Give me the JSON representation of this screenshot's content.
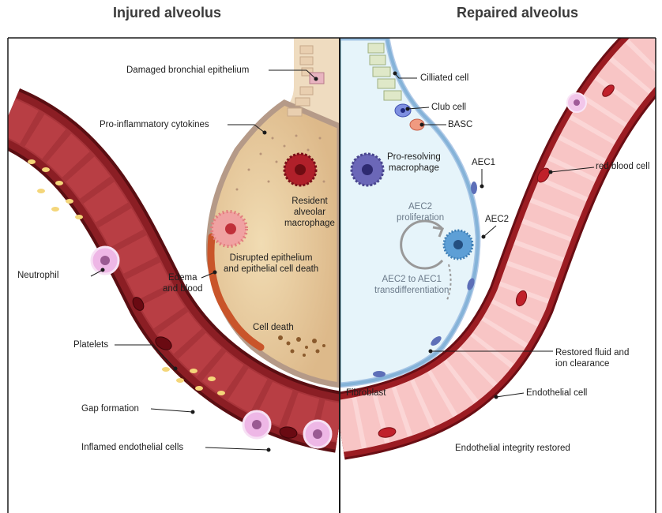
{
  "headings": {
    "left": "Injured alveolus",
    "right": "Repaired alveolus"
  },
  "labels": {
    "damaged_bronchial_epithelium": "Damaged bronchial epithelium",
    "pro_inflammatory_cytokines": "Pro-inflammatory cytokines",
    "resident_macrophage": "Resident\nalveolar\nmacrophage",
    "disrupted_epithelium": "Disrupted epithelium\nand epithelial cell death",
    "edema_and_blood": "Edema\nand blood",
    "cell_death": "Cell death",
    "neutrophil": "Neutrophil",
    "platelets": "Platelets",
    "gap_formation": "Gap formation",
    "inflamed_endothelial_cells": "Inflamed endothelial cells",
    "ciliated_cell": "Cilliated cell",
    "club_cell": "Club cell",
    "basc": "BASC",
    "pro_resolving_macrophage": "Pro-resolving\nmacrophage",
    "aec1": "AEC1",
    "aec2_proliferation": "AEC2\nproliferation",
    "aec2": "AEC2",
    "transdifferentiation": "AEC2 to AEC1\ntransdifferentiation",
    "red_blood_cell": "red blood cell",
    "restored_fluid": "Restored fluid and\nion clearance",
    "fibroblast": "Fibroblast",
    "endothelial_cell": "Endothelial cell",
    "endothelial_integrity_restored": "Endothelial integrity restored"
  },
  "colors": {
    "frame": "#1a1a1a",
    "injured_alveolus_fill": "#e8cfa0",
    "repaired_alveolus_fill": "#e6f4fa",
    "inflamed_vessel_wall": "#8b1e24",
    "inflamed_vessel_lumen": "#a8343a",
    "healthy_vessel_wall": "#9b1c22",
    "healthy_vessel_lumen": "#fbd6d6",
    "aec_border": "#7fa6d8",
    "macrophage_red": "#b0202a",
    "macrophage_purple": "#6b67b8",
    "aec2_blue": "#5d9fd6",
    "neutrophil_pink": "#e6aee0",
    "platelet_yellow": "#f4d67a",
    "fibroblast_teal": "#2f5a6e"
  }
}
